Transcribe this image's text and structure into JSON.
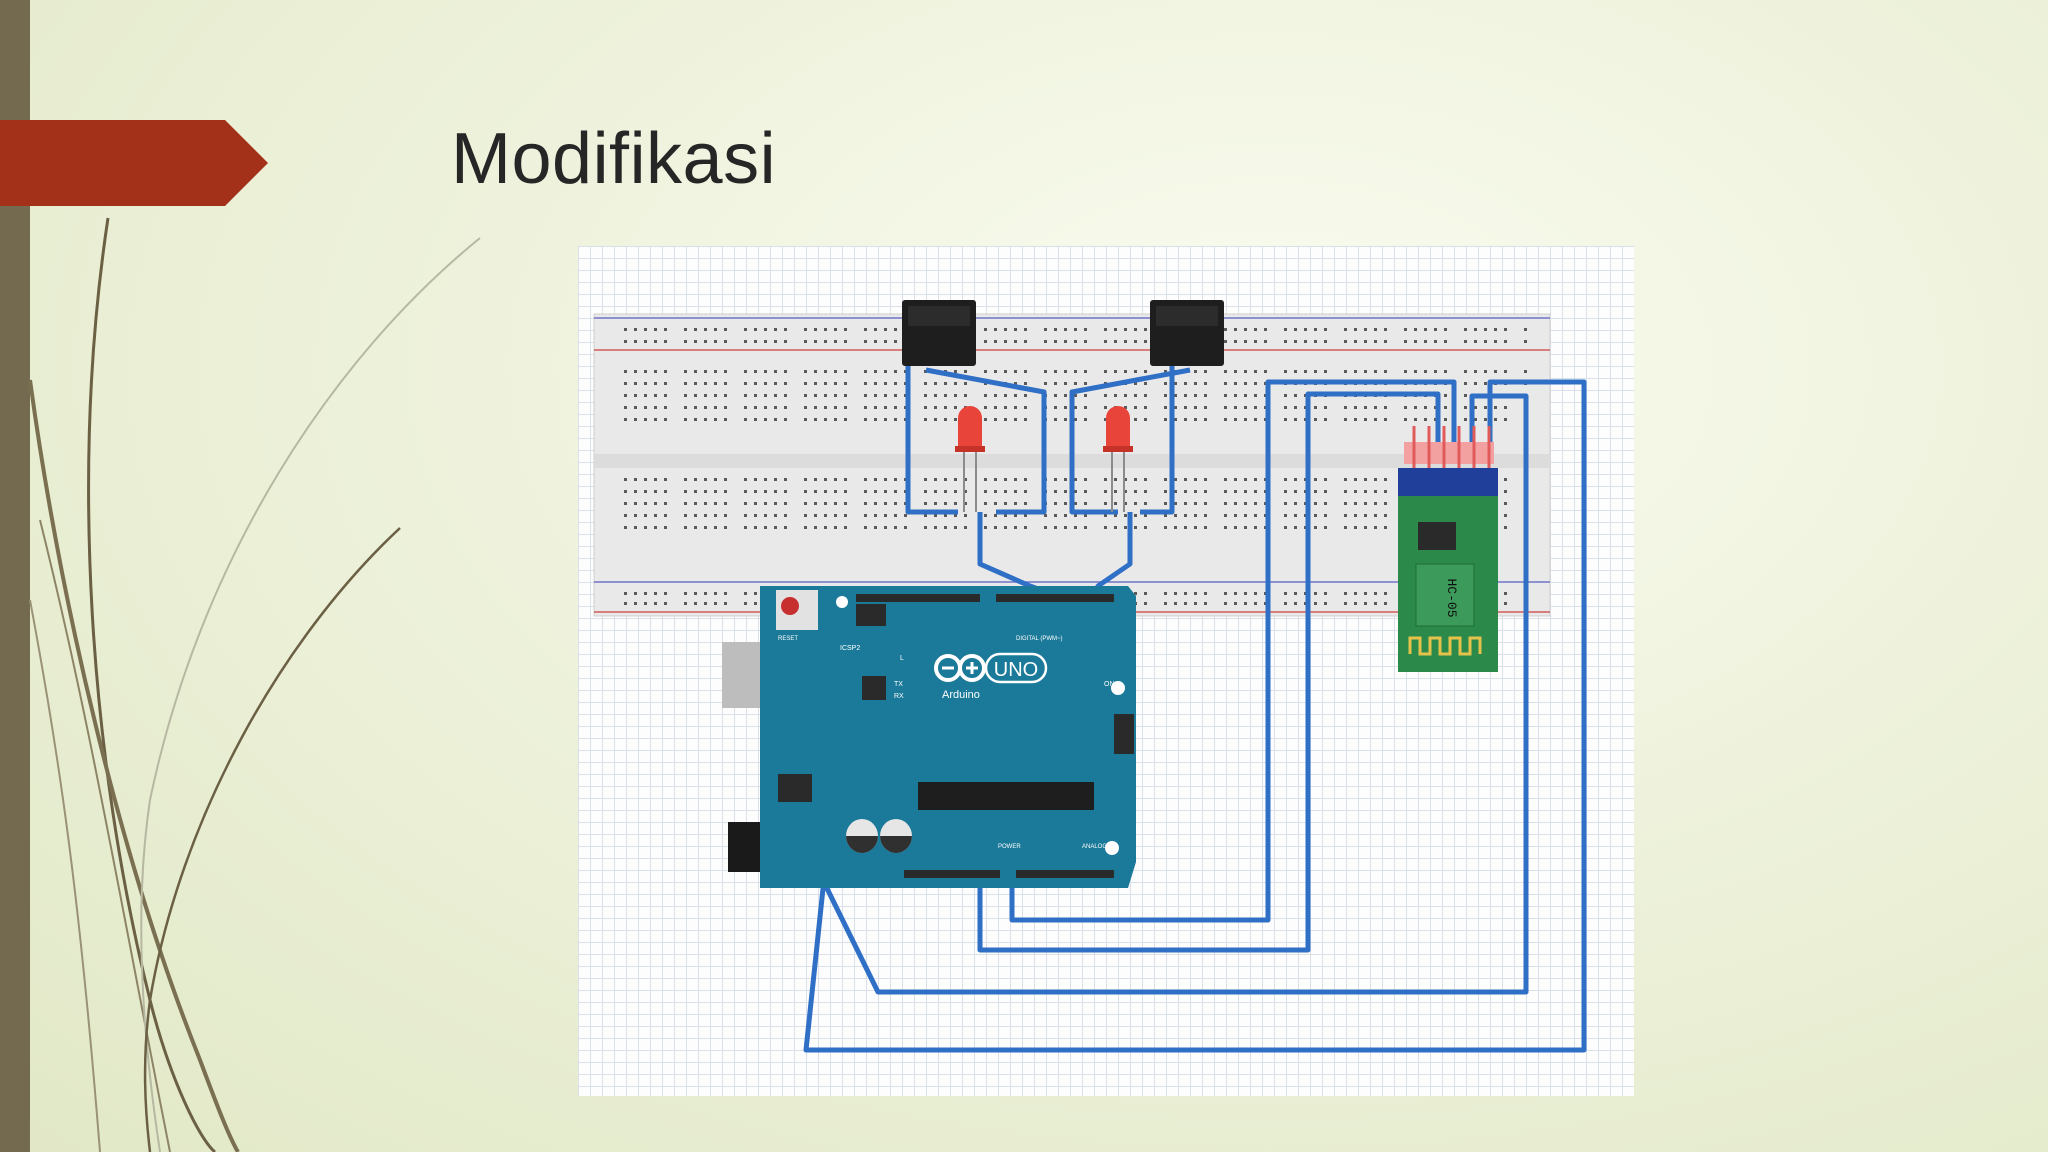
{
  "slide": {
    "title": "Modifikasi",
    "accent_color": "#a3311a",
    "bar_color": "#736a50"
  },
  "diagram": {
    "arduino": {
      "logo_text": "UNO",
      "brand_text": "Arduino",
      "reset_label": "RESET",
      "icsp_label": "ICSP2",
      "digital_label": "DIGITAL (PWM~)",
      "power_label": "POWER",
      "analog_label": "ANALOG IN",
      "tx_label": "TX",
      "rx_label": "RX",
      "l_label": "L",
      "on_label": "ON"
    },
    "bluetooth": {
      "module_label": "HC-05"
    },
    "colors": {
      "wire": "#2f6fc6",
      "board": "#1b7a99",
      "led": "#e8443a",
      "relay": "#1e1e1e",
      "bt_board": "#2b8a4a"
    }
  }
}
